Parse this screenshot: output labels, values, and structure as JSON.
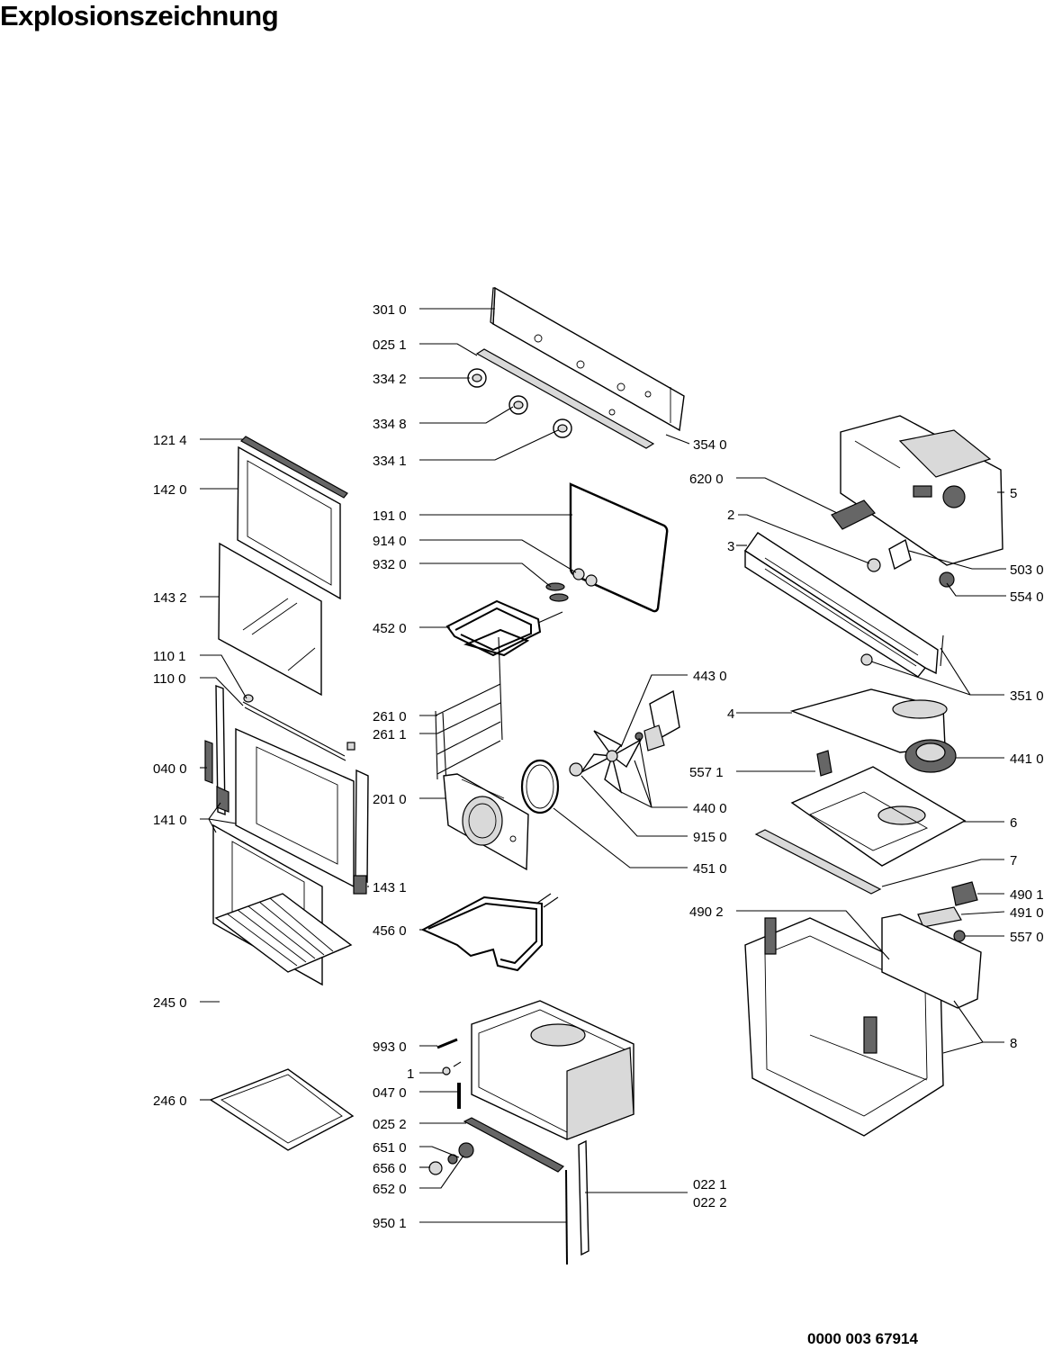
{
  "title": "Explosionszeichnung",
  "document_number": "0000 003 67914",
  "parts": {
    "p3010": "301 0",
    "p0251": "025 1",
    "p3342": "334 2",
    "p3348": "334 8",
    "p3341": "334 1",
    "p3540": "354 0",
    "p1214": "121 4",
    "p1420": "142 0",
    "p1910": "191 0",
    "p9140": "914 0",
    "p9320": "932 0",
    "p1432": "143 2",
    "p4520": "452 0",
    "p1101": "110 1",
    "p1100": "110 0",
    "p2610": "261 0",
    "p2611": "261 1",
    "p0400": "040 0",
    "p1410": "141 0",
    "p2010": "201 0",
    "p1431": "143 1",
    "p4560": "456 0",
    "p2450": "245 0",
    "p2460": "246 0",
    "p9930": "993 0",
    "p1": "1",
    "p0470": "047 0",
    "p0252": "025 2",
    "p6510": "651 0",
    "p6560": "656 0",
    "p6520": "652 0",
    "p9501": "950 1",
    "p0221": "022 1",
    "p0222": "022 2",
    "p4430": "443 0",
    "p4400": "440 0",
    "p9150": "915 0",
    "p4510": "451 0",
    "p6200": "620 0",
    "p2": "2",
    "p3": "3",
    "p5": "5",
    "p5030": "503 0",
    "p5540": "554 0",
    "p3510": "351 0",
    "p4": "4",
    "p4410": "441 0",
    "p5571": "557 1",
    "p6": "6",
    "p7": "7",
    "p4901": "490 1",
    "p4902": "490 2",
    "p4910": "491 0",
    "p5570": "557 0",
    "p8": "8"
  }
}
